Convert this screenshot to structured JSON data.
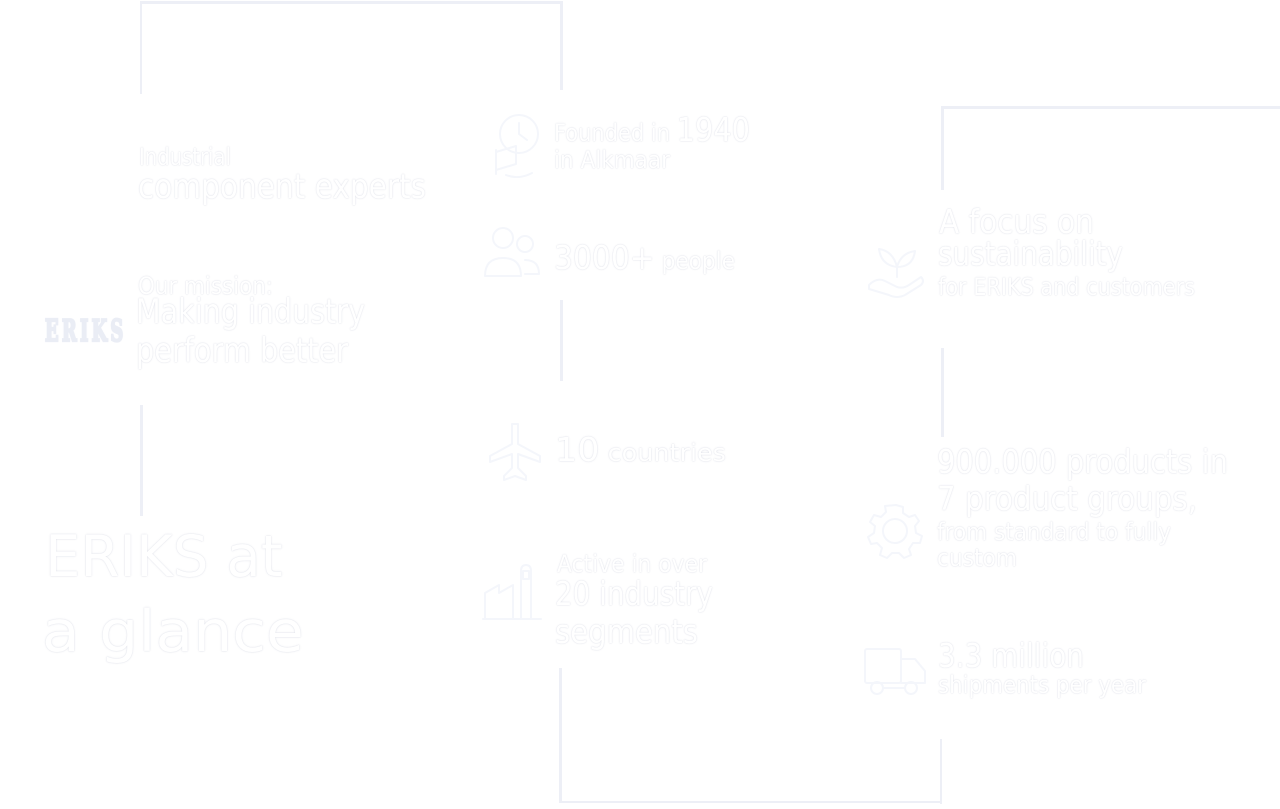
{
  "brand": {
    "logo_text": "ERIKS"
  },
  "hero": {
    "eyebrow": "Industrial",
    "title": "component experts"
  },
  "mission": {
    "eyebrow": "Our mission:",
    "title_line1": "Making industry",
    "title_line2": "perform better"
  },
  "glance": {
    "title_line1": "ERIKS at",
    "title_line2": "a glance"
  },
  "facts": {
    "founded": {
      "icon": "flag-icon",
      "pre": "Founded in ",
      "big": "1940",
      "line2": "in Alkmaar"
    },
    "people": {
      "icon": "people-icon",
      "big": "3000+",
      "small": " people"
    },
    "countries": {
      "icon": "airplane-icon",
      "big": "10",
      "small": " countries"
    },
    "segments": {
      "icon": "factory-icon",
      "line1": "Active in over",
      "big": "20",
      "big_rest": " industry",
      "line3": "segments"
    },
    "sustainability": {
      "icon": "plant-hand-icon",
      "big1": "A focus on",
      "big2": "sustainability",
      "small": "for ERIKS and customers"
    },
    "products": {
      "icon": "gear-icon",
      "big1": "900.000 products in",
      "big2": "7 product groups,",
      "small1": "from standard to fully",
      "small2": "custom"
    },
    "shipments": {
      "icon": "truck-icon",
      "big": "3.3 million",
      "small": "shipments per year"
    }
  },
  "colors": {
    "background": "#ffffff",
    "frame_line": "#edeff6",
    "ghost_text": "#f4f5f9",
    "logo": "#eceef5"
  }
}
